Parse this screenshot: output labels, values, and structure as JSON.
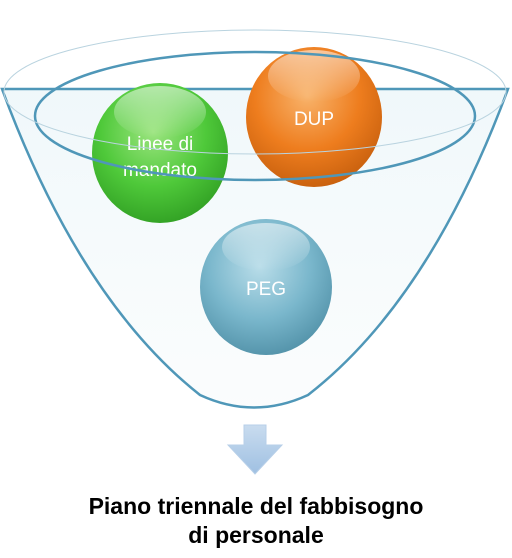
{
  "funnel": {
    "inputs": [
      {
        "id": "linee-di-mandato",
        "lines": [
          "Linee di",
          "mandato"
        ],
        "color": "#4fc93a"
      },
      {
        "id": "dup",
        "lines": [
          "DUP"
        ],
        "color": "#ee7d1e"
      },
      {
        "id": "peg",
        "lines": [
          "PEG"
        ],
        "color": "#7ab7cc"
      }
    ],
    "outline_color": "#4f97b8"
  },
  "arrow": {
    "icon": "arrow-down-icon",
    "color": "#a9c8e6"
  },
  "result": {
    "line1": "Piano triennale del fabbisogno",
    "line2": "di personale"
  }
}
